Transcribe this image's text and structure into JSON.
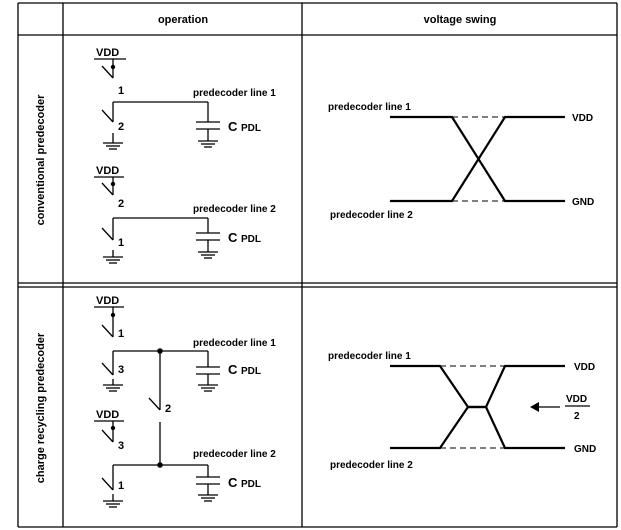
{
  "table": {
    "headers": {
      "operation": "operation",
      "voltage_swing": "voltage swing"
    },
    "rows": {
      "conventional": {
        "label": "conventional predecoder"
      },
      "recycling": {
        "label": "charge recycling predecoder"
      }
    }
  },
  "labels": {
    "vdd": "VDD",
    "gnd": "GND",
    "line1": "predecoder line 1",
    "line2": "predecoder line 2",
    "cap_main": "C",
    "cap_sub": "PDL",
    "half_num": "VDD",
    "half_den": "2"
  },
  "switch_numbers": {
    "conv_a_top": "1",
    "conv_a_bot": "2",
    "conv_b_top": "2",
    "conv_b_bot": "1",
    "rec_a_top": "1",
    "rec_a_bot": "3",
    "rec_mid": "2",
    "rec_b_top": "3",
    "rec_b_bot": "1"
  }
}
